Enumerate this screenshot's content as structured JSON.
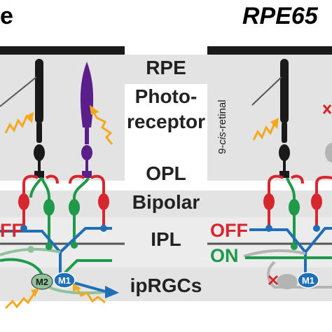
{
  "titles": {
    "left": "e",
    "right": "RPE65"
  },
  "layers": {
    "rpe": "RPE",
    "photoreceptor_line1": "Photo-",
    "photoreceptor_line2": "receptor",
    "opl": "OPL",
    "bipolar": "Bipolar",
    "ipl": "IPL",
    "iprgcs": "ipRGCs"
  },
  "right_panel": {
    "chromophore_prefix": "9-",
    "chromophore_italic": "cis",
    "chromophore_suffix": "-retinal",
    "off_label": "OFF",
    "on_label": "ON"
  },
  "left_panel": {
    "off_label": "FF"
  },
  "cells": {
    "m1": "M1",
    "m2": "M2"
  },
  "colors": {
    "band_gray": "#e3e3e3",
    "black": "#1a1a1a",
    "red_off": "#d7262d",
    "green_on": "#1f9a4a",
    "blue_rgc": "#1f6fb8",
    "purple_rod": "#5a1f8a",
    "light_ray": "#f4a91c",
    "gray_cell": "#b4b4b4",
    "m2_fill": "#8fc29a"
  }
}
